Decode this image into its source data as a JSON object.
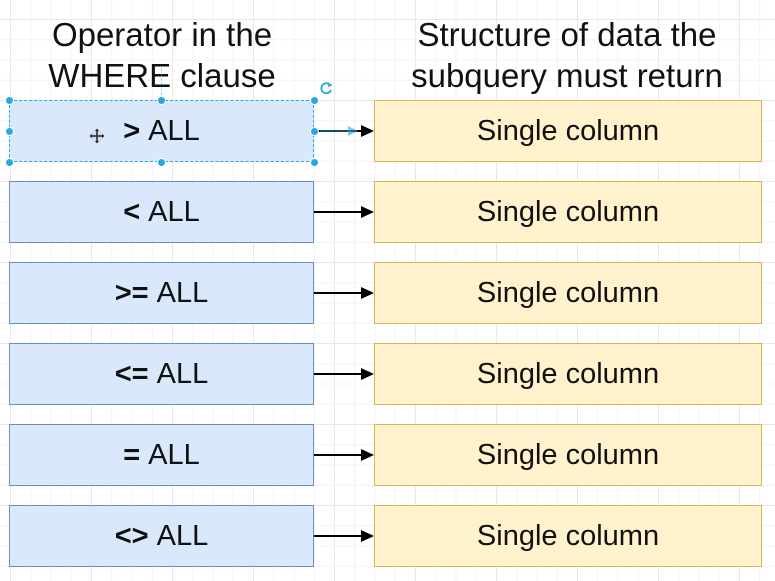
{
  "headers": {
    "left": "Operator in the\nWHERE clause",
    "right": "Structure of data the\nsubquery must return"
  },
  "rows": [
    {
      "symbol": ">",
      "keyword": "ALL",
      "structure": "Single column",
      "selected": true
    },
    {
      "symbol": "<",
      "keyword": "ALL",
      "structure": "Single column",
      "selected": false
    },
    {
      "symbol": ">=",
      "keyword": "ALL",
      "structure": "Single column",
      "selected": false
    },
    {
      "symbol": "<=",
      "keyword": "ALL",
      "structure": "Single column",
      "selected": false
    },
    {
      "symbol": "=",
      "keyword": "ALL",
      "structure": "Single column",
      "selected": false
    },
    {
      "symbol": "<>",
      "keyword": "ALL",
      "structure": "Single column",
      "selected": false
    }
  ],
  "colors": {
    "operator_fill": "#dae8fc",
    "operator_stroke": "#6c8ebf",
    "structure_fill": "#fff2cc",
    "structure_stroke": "#d6b656",
    "selection": "#29a8e0"
  },
  "icons": {
    "move": "move-cursor-icon",
    "rotate": "rotate-icon"
  }
}
